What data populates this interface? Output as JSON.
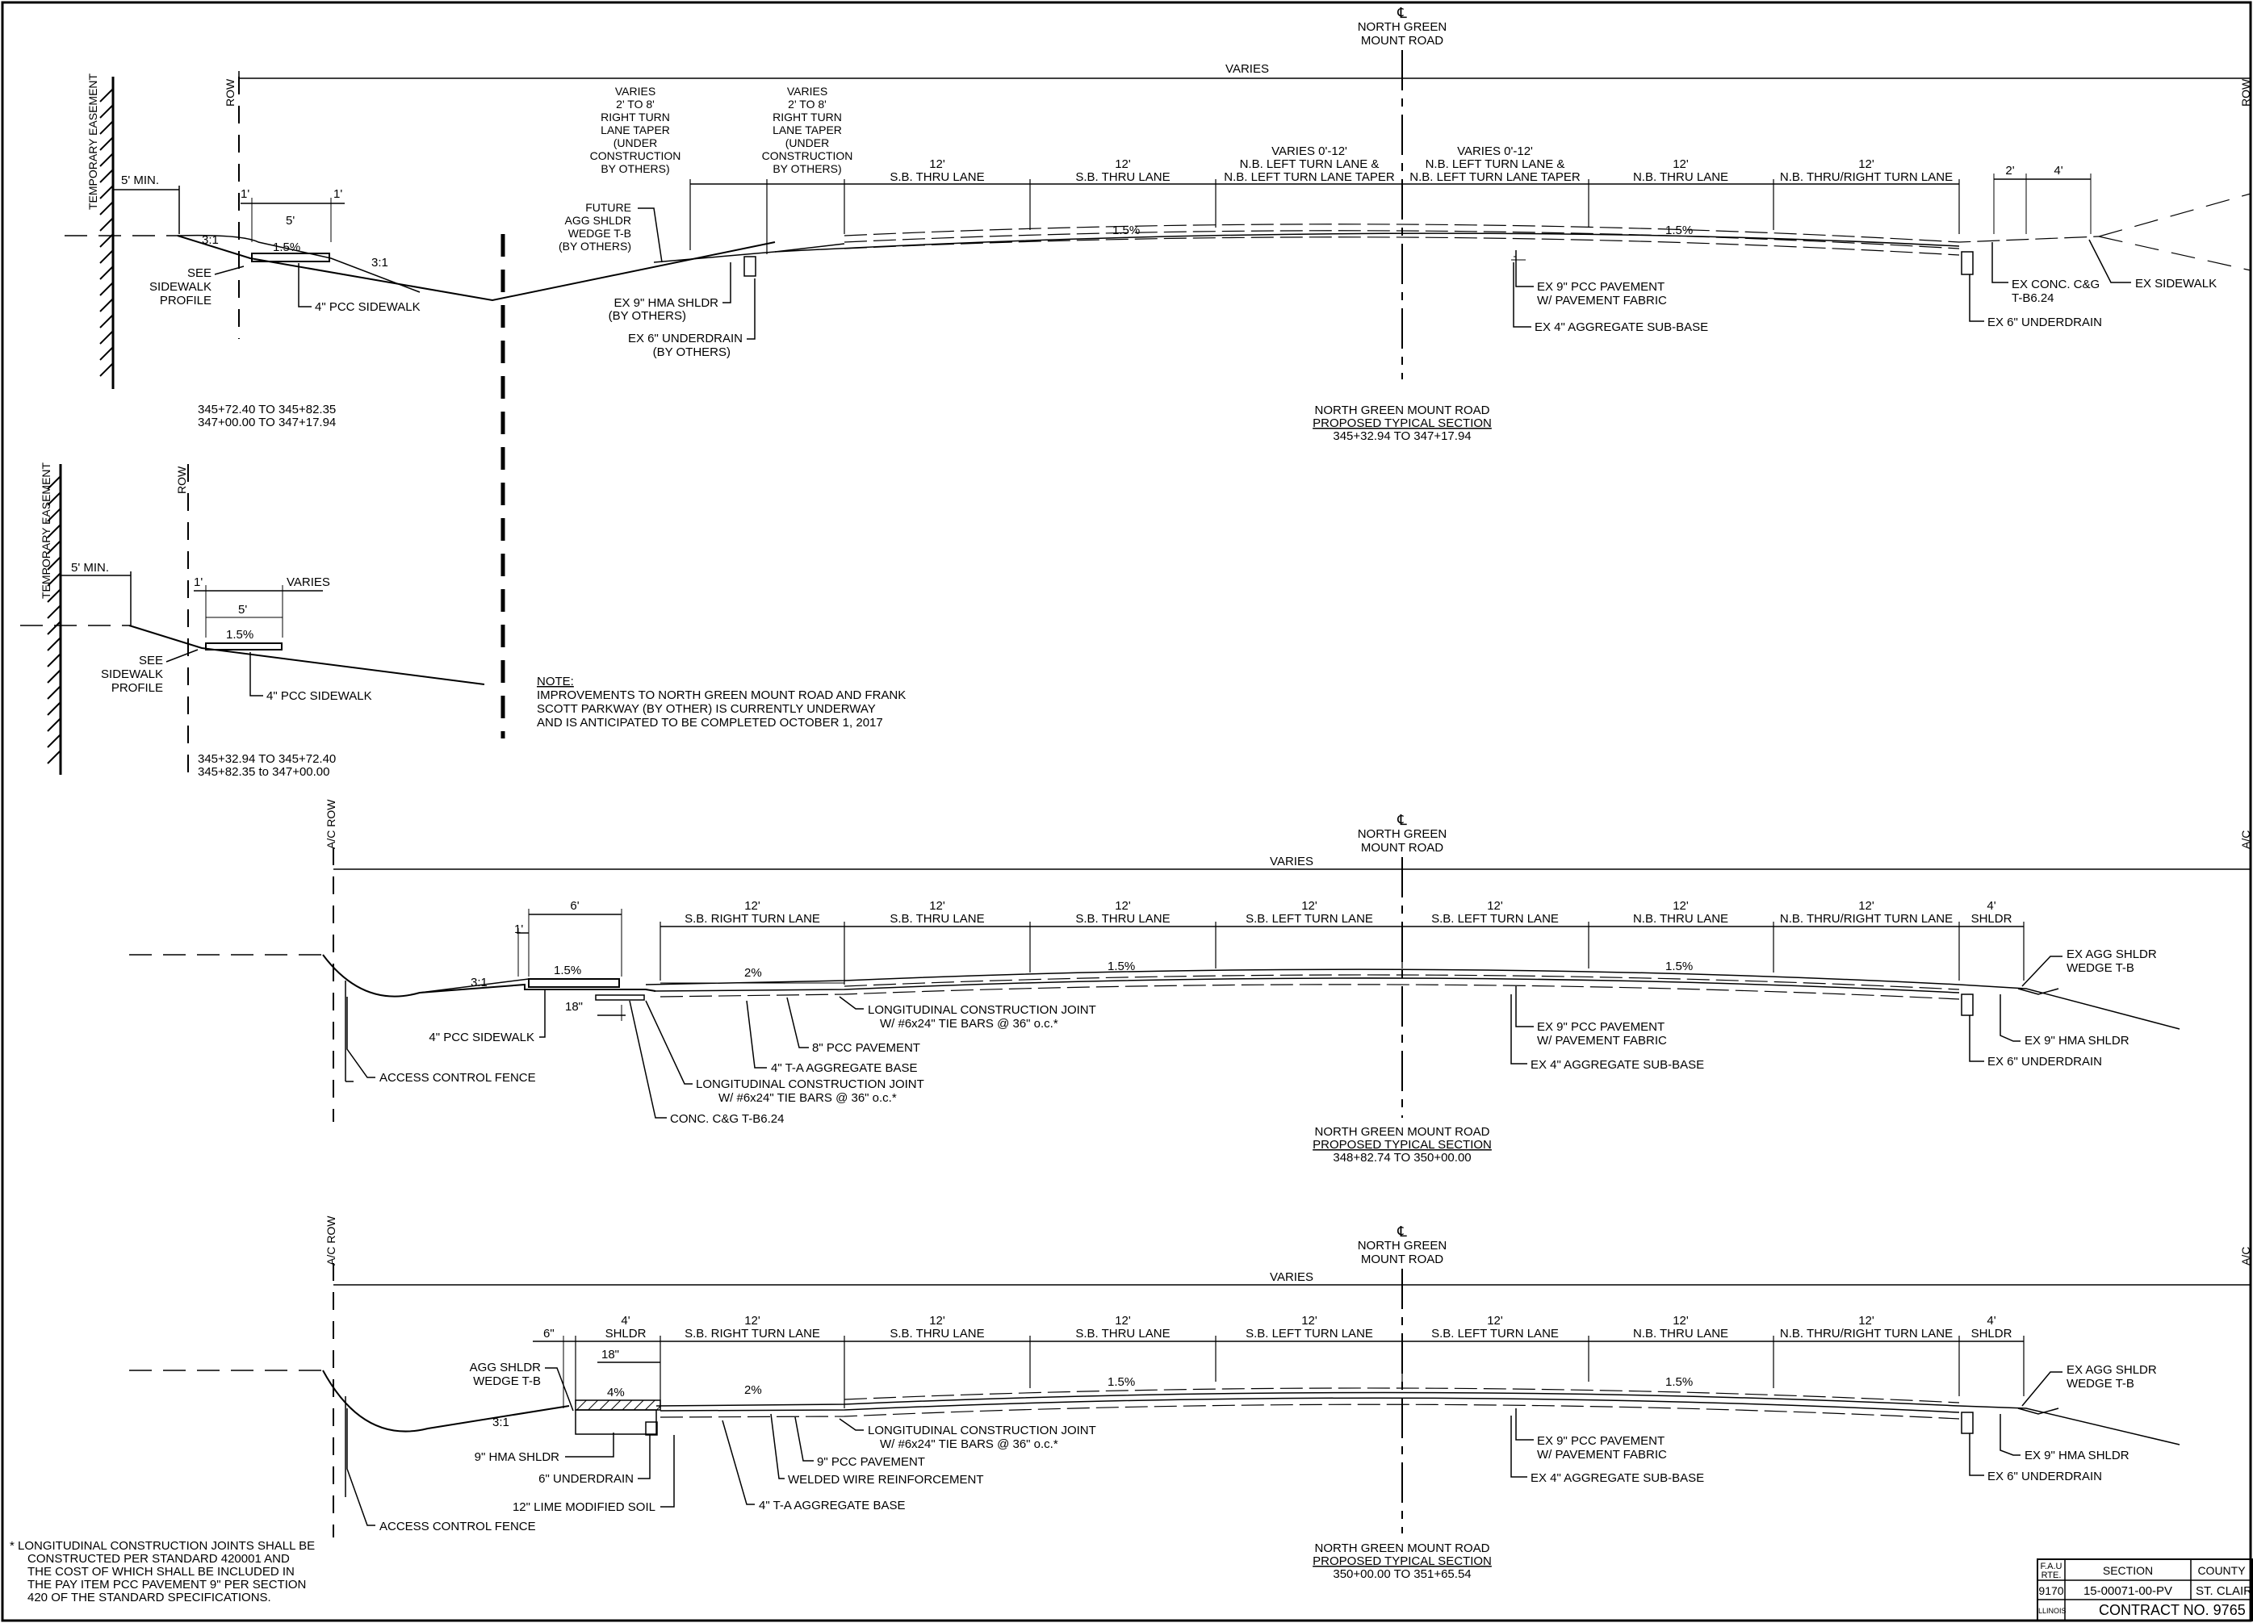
{
  "centerline_symbol": "℄",
  "road_name": [
    "NORTH GREEN",
    "MOUNT ROAD"
  ],
  "dim_varies": "VARIES",
  "row": "ROW",
  "ac_row": "A/C ROW",
  "ac_row_cut": "A/C",
  "temporary_easement": "TEMPORARY EASEMENT",
  "five_min": "5' MIN.",
  "one_ft": "1'",
  "five_ft": "5'",
  "slope_31": "3:1",
  "slope_15": "1.5%",
  "slope_2": "2%",
  "slope_4": "4%",
  "section1": {
    "lanes": [
      [
        "VARIES",
        "2' TO 8'",
        "RIGHT TURN",
        "LANE TAPER",
        "(UNDER",
        "CONSTRUCTION",
        "BY OTHERS)"
      ],
      [
        "VARIES",
        "2' TO 8'",
        "RIGHT TURN",
        "LANE TAPER",
        "(UNDER",
        "CONSTRUCTION",
        "BY OTHERS)"
      ],
      [
        "12'",
        "S.B. THRU LANE"
      ],
      [
        "12'",
        "S.B. THRU LANE"
      ],
      [
        "VARIES 0'-12'",
        "N.B. LEFT TURN LANE &",
        "N.B. LEFT TURN LANE TAPER"
      ],
      [
        "VARIES 0'-12'",
        "N.B. LEFT TURN LANE &",
        "N.B. LEFT TURN LANE TAPER"
      ],
      [
        "12'",
        "N.B. THRU LANE"
      ],
      [
        "12'",
        "N.B. THRU/RIGHT TURN LANE"
      ]
    ],
    "dim_2": "2'",
    "dim_4": "4'",
    "future_shldr": [
      "FUTURE",
      "AGG SHLDR",
      "WEDGE T-B",
      "(BY OTHERS)"
    ],
    "see_sidewalk": [
      "SEE",
      "SIDEWALK",
      "PROFILE"
    ],
    "pcc_sidewalk": "4\" PCC SIDEWALK",
    "hma_shldr": [
      "EX 9\" HMA SHLDR",
      "(BY OTHERS)"
    ],
    "underdrain_left": [
      "EX 6\" UNDERDRAIN",
      "(BY OTHERS)"
    ],
    "ex_pcc_pavement": [
      "EX 9\" PCC PAVEMENT",
      "W/ PAVEMENT FABRIC"
    ],
    "ex_subbase": "EX 4\" AGGREGATE SUB-BASE",
    "ex_cg": [
      "EX CONC. C&G",
      "T-B6.24"
    ],
    "ex_underdrain": "EX 6\" UNDERDRAIN",
    "ex_sidewalk": "EX SIDEWALK",
    "stations": [
      "345+72.40  TO  345+82.35",
      "347+00.00  TO  347+17.94"
    ],
    "title": [
      "NORTH GREEN MOUNT ROAD",
      "PROPOSED TYPICAL SECTION",
      "345+32.94  TO  347+17.94"
    ]
  },
  "inset": {
    "varies": "VARIES",
    "see_sidewalk": [
      "SEE",
      "SIDEWALK",
      "PROFILE"
    ],
    "pcc_sidewalk": "4\" PCC SIDEWALK",
    "stations": [
      "345+32.94  TO  345+72.40",
      "345+82.35  to  347+00.00"
    ]
  },
  "note": {
    "title": "NOTE:",
    "lines": [
      "IMPROVEMENTS TO NORTH GREEN MOUNT ROAD AND FRANK",
      "SCOTT PARKWAY (BY OTHER) IS CURRENTLY UNDERWAY",
      "AND IS ANTICIPATED TO BE COMPLETED OCTOBER 1, 2017"
    ]
  },
  "section2": {
    "lanes": [
      [
        "12'",
        "S.B. RIGHT TURN LANE"
      ],
      [
        "12'",
        "S.B. THRU LANE"
      ],
      [
        "12'",
        "S.B. THRU LANE"
      ],
      [
        "12'",
        "S.B. LEFT TURN LANE"
      ],
      [
        "12'",
        "S.B. LEFT TURN LANE"
      ],
      [
        "12'",
        "N.B. THRU LANE"
      ],
      [
        "12'",
        "N.B. THRU/RIGHT TURN LANE"
      ],
      [
        "4'",
        "SHLDR"
      ]
    ],
    "dim_6": "6'",
    "dim_18": "18\"",
    "pcc_sidewalk": "4\" PCC SIDEWALK",
    "fence": "ACCESS CONTROL FENCE",
    "long_joint_a": [
      "LONGITUDINAL CONSTRUCTION JOINT",
      "W/ #6x24\" TIE BARS @ 36\" o.c.*"
    ],
    "pcc_8": "8\" PCC PAVEMENT",
    "agg_base": "4\" T-A AGGREGATE BASE",
    "long_joint_b": [
      "LONGITUDINAL CONSTRUCTION JOINT",
      "W/ #6x24\" TIE BARS @ 36\" o.c.*"
    ],
    "conc_cg": "CONC. C&G T-B6.24",
    "ex_pcc_pavement": [
      "EX 9\" PCC PAVEMENT",
      "W/ PAVEMENT FABRIC"
    ],
    "ex_subbase": "EX 4\" AGGREGATE SUB-BASE",
    "ex_agg_shldr": [
      "EX AGG SHLDR",
      "WEDGE T-B"
    ],
    "ex_hma_shldr": "EX 9\" HMA SHLDR",
    "ex_underdrain": "EX 6\" UNDERDRAIN",
    "title": [
      "NORTH GREEN MOUNT ROAD",
      "PROPOSED TYPICAL SECTION",
      "348+82.74  TO  350+00.00"
    ]
  },
  "section3": {
    "lanes": [
      [
        "4'",
        "SHLDR"
      ],
      [
        "12'",
        "S.B. RIGHT TURN LANE"
      ],
      [
        "12'",
        "S.B. THRU LANE"
      ],
      [
        "12'",
        "S.B. THRU LANE"
      ],
      [
        "12'",
        "S.B. LEFT TURN LANE"
      ],
      [
        "12'",
        "S.B. LEFT TURN LANE"
      ],
      [
        "12'",
        "N.B. THRU LANE"
      ],
      [
        "12'",
        "N.B. THRU/RIGHT TURN LANE"
      ],
      [
        "4'",
        "SHLDR"
      ]
    ],
    "dim_6in": "6\"",
    "dim_18": "18\"",
    "agg_shldr": [
      "AGG SHLDR",
      "WEDGE T-B"
    ],
    "hma_shldr": "9\" HMA SHLDR",
    "underdrain": "6\" UNDERDRAIN",
    "lime_soil": "12\" LIME MODIFIED SOIL",
    "fence": "ACCESS CONTROL FENCE",
    "long_joint": [
      "LONGITUDINAL CONSTRUCTION JOINT",
      "W/ #6x24\" TIE BARS @ 36\" o.c.*"
    ],
    "pcc_9": "9\" PCC PAVEMENT",
    "wwr": "WELDED WIRE REINFORCEMENT",
    "agg_base": "4\" T-A AGGREGATE BASE",
    "ex_pcc_pavement": [
      "EX 9\" PCC PAVEMENT",
      "W/ PAVEMENT FABRIC"
    ],
    "ex_subbase": "EX 4\" AGGREGATE SUB-BASE",
    "ex_agg_shldr": [
      "EX AGG SHLDR",
      "WEDGE T-B"
    ],
    "ex_hma_shldr": "EX 9\" HMA SHLDR",
    "ex_underdrain": "EX 6\" UNDERDRAIN",
    "title": [
      "NORTH GREEN MOUNT ROAD",
      "PROPOSED TYPICAL SECTION",
      "350+00.00  TO  351+65.54"
    ]
  },
  "footnote": [
    "*  LONGITUDINAL CONSTRUCTION JOINTS SHALL BE",
    "CONSTRUCTED PER STANDARD 420001 AND",
    "THE COST OF WHICH SHALL BE INCLUDED IN",
    "THE PAY ITEM PCC PAVEMENT 9\" PER SECTION",
    "420 OF THE STANDARD SPECIFICATIONS."
  ],
  "title_block": {
    "fau_rte": [
      "F.A.U",
      "RTE."
    ],
    "section_hdr": "SECTION",
    "county_hdr": "COUNTY",
    "route": "9170",
    "section": "15-00071-00-PV",
    "county": "ST. CLAIR",
    "state": "ILLINOIS",
    "contract": "CONTRACT NO. 9765"
  }
}
